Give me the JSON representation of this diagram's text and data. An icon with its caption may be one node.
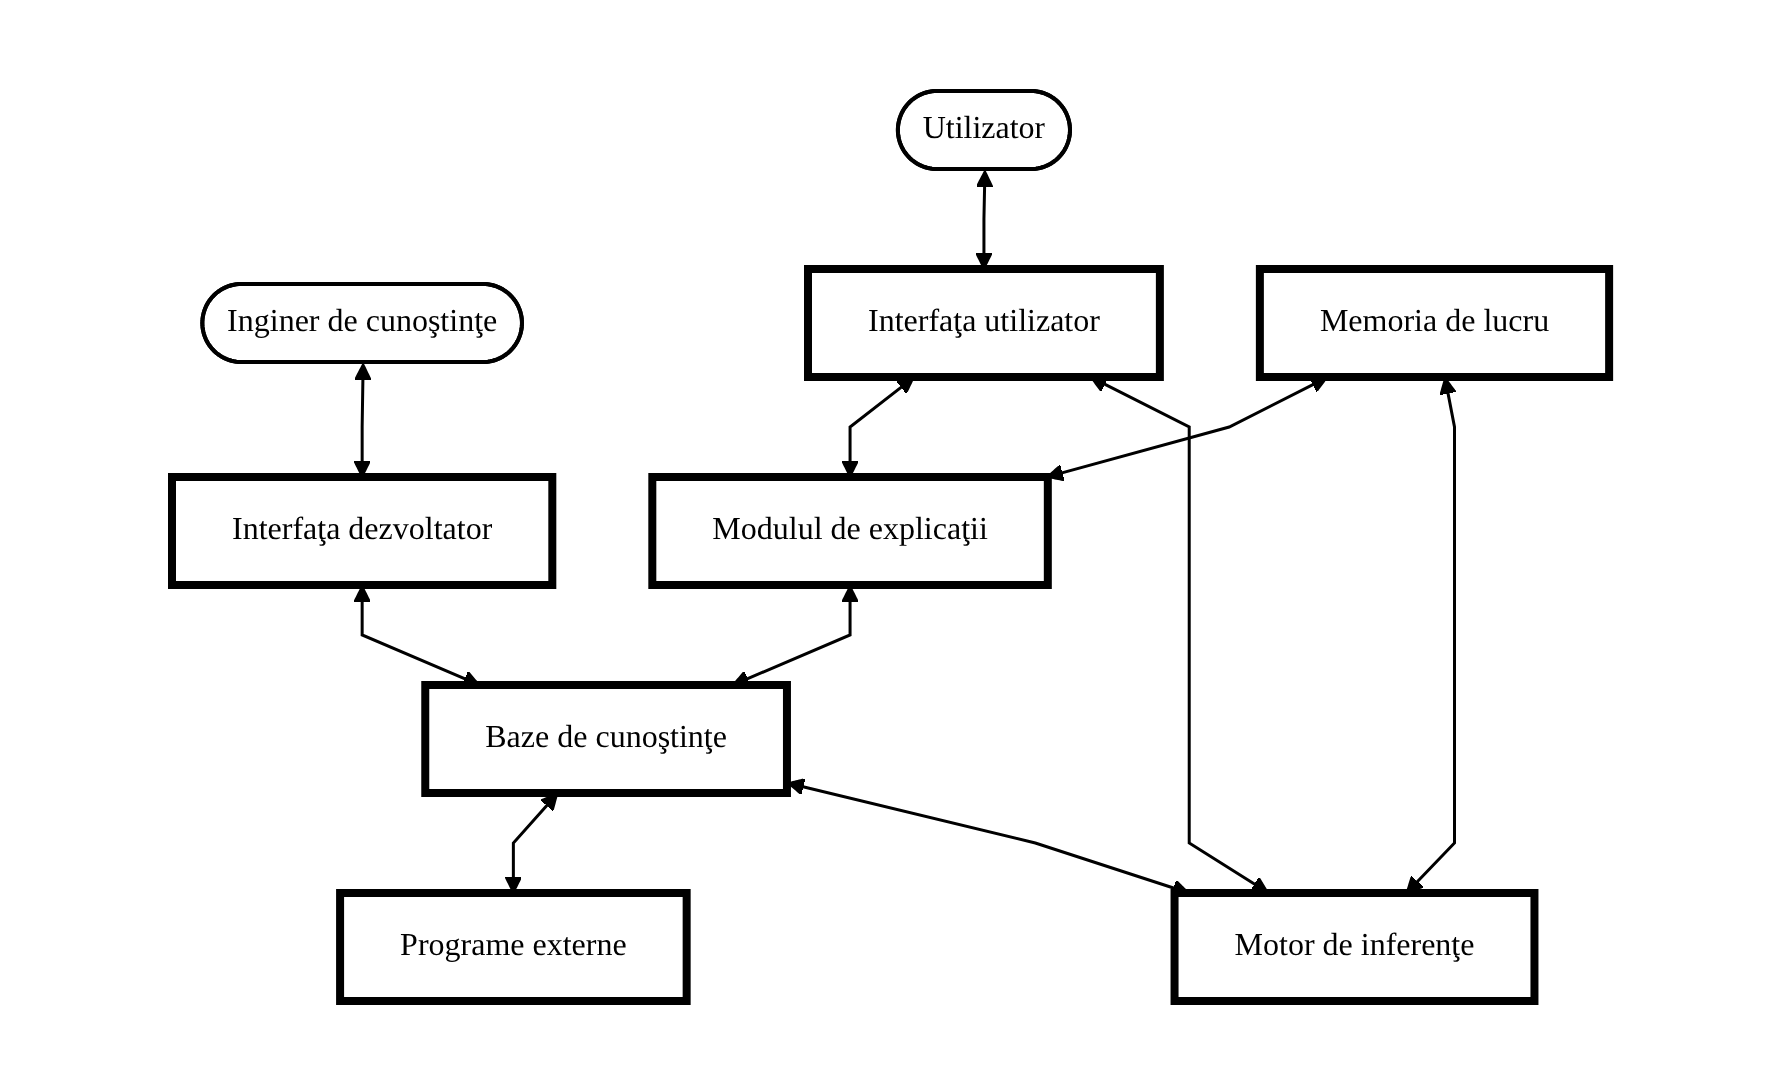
{
  "diagram": {
    "nodes": [
      {
        "text": [
          "Utilizator"
        ]
      },
      {
        "text": [
          "Inginer de cunoştinţe"
        ]
      },
      {
        "text": [
          "Interfaţa utilizator"
        ]
      },
      {
        "text": [
          "Interfaţa dezvoltator"
        ]
      },
      {
        "text": [
          "Memoria de lucru"
        ]
      },
      {
        "text": [
          "Modulul de explicaţii"
        ]
      },
      {
        "text": [
          "Baze de cunoştinţe"
        ]
      },
      {
        "text": [
          "Programe externe"
        ]
      },
      {
        "text": [
          "Motor de inferenţe"
        ]
      }
    ],
    "edges": [
      {
        "from": 0,
        "to": 2,
        "arrow": "both"
      },
      {
        "from": 1,
        "to": 3,
        "arrow": "both"
      },
      {
        "from": 2,
        "to": 5,
        "arrow": "both"
      },
      {
        "from": 3,
        "to": 6,
        "arrow": "both"
      },
      {
        "from": 4,
        "to": 5,
        "arrow": "both"
      },
      {
        "from": 5,
        "to": 6,
        "arrow": "both"
      },
      {
        "from": 6,
        "to": 7,
        "arrow": "both"
      },
      {
        "from": 4,
        "to": 8,
        "arrow": "both"
      },
      {
        "from": 6,
        "to": 8,
        "arrow": "both"
      },
      {
        "from": 8,
        "to": 2,
        "arrow": "both"
      }
    ]
  }
}
